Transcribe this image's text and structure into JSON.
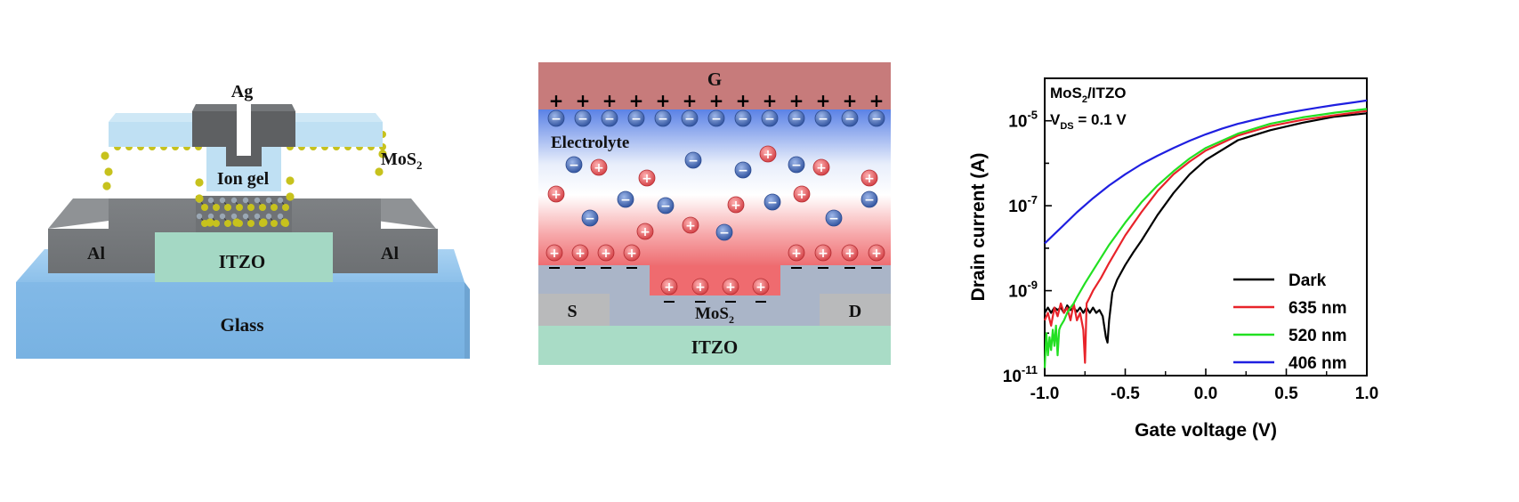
{
  "device": {
    "labels": {
      "ag": "Ag",
      "mos2": "MoS",
      "mos2_sub": "2",
      "ion_gel": "Ion gel",
      "al_left": "Al",
      "al_right": "Al",
      "itzo": "ITZO",
      "glass": "Glass"
    },
    "colors": {
      "glass": "#7fb7e6",
      "al": "#7c7f82",
      "itzo": "#a4d8c4",
      "ion_gel": "#bfe0f3",
      "ag": "#5e6062",
      "sulfur": "#c7c21d",
      "moly": "#9aa7b4"
    }
  },
  "schematic": {
    "labels": {
      "gate": "G",
      "electrolyte": "Electrolyte",
      "source": "S",
      "drain": "D",
      "mos2": "MoS",
      "mos2_sub": "2",
      "itzo": "ITZO"
    },
    "colors": {
      "gate": "#c77b7b",
      "anion": "#3e63b0",
      "cation": "#e2585b",
      "itzo": "#a9dcc6",
      "mos2": "#aab5c8",
      "contact": "#b9babb"
    },
    "symbols": {
      "plus": "+",
      "minus": "−"
    }
  },
  "chart_data": {
    "type": "line",
    "title": "",
    "annotation_main": "MoS",
    "annotation_sub": "2",
    "annotation_tail": "/ITZO",
    "annotation2_main": "V",
    "annotation2_sub": "DS",
    "annotation2_tail": " = 0.1 V",
    "xlabel": "Gate voltage (V)",
    "ylabel": "Drain current (A)",
    "xlim": [
      -1.0,
      1.0
    ],
    "ylim": [
      1e-11,
      0.0001
    ],
    "yscale": "log",
    "xticks": [
      -1.0,
      -0.5,
      0.0,
      0.5,
      1.0
    ],
    "xtick_labels": [
      "-1.0",
      "-0.5",
      "0.0",
      "0.5",
      "1.0"
    ],
    "yticks": [
      1e-11,
      1e-09,
      1e-07,
      1e-05
    ],
    "ytick_base": "10",
    "ytick_exponents": [
      "-11",
      "-9",
      "-7",
      "-5"
    ],
    "grid": false,
    "legend_position": "bottom-right",
    "series": [
      {
        "name": "Dark",
        "color": "#000000",
        "x": [
          -1.0,
          -0.98,
          -0.96,
          -0.94,
          -0.92,
          -0.9,
          -0.88,
          -0.86,
          -0.84,
          -0.82,
          -0.8,
          -0.78,
          -0.76,
          -0.74,
          -0.72,
          -0.7,
          -0.68,
          -0.66,
          -0.64,
          -0.62,
          -0.61,
          -0.6,
          -0.58,
          -0.55,
          -0.5,
          -0.45,
          -0.4,
          -0.3,
          -0.2,
          -0.1,
          0.0,
          0.2,
          0.4,
          0.6,
          0.8,
          1.0
        ],
        "y": [
          3e-10,
          4e-10,
          3e-10,
          4e-10,
          3.5e-10,
          4e-10,
          3e-10,
          4.5e-10,
          3.5e-10,
          4e-10,
          3.2e-10,
          4e-10,
          3e-10,
          4e-10,
          3e-10,
          4e-10,
          3e-10,
          3.5e-10,
          2.5e-10,
          8e-11,
          6e-11,
          2e-10,
          9e-10,
          1.8e-09,
          4e-09,
          8e-09,
          1.5e-08,
          6e-08,
          2e-07,
          5.5e-07,
          1.2e-06,
          3.5e-06,
          6e-06,
          9e-06,
          1.25e-05,
          1.5e-05
        ]
      },
      {
        "name": "635 nm",
        "color": "#e8232a",
        "x": [
          -1.0,
          -0.98,
          -0.96,
          -0.94,
          -0.92,
          -0.9,
          -0.88,
          -0.86,
          -0.84,
          -0.82,
          -0.8,
          -0.78,
          -0.76,
          -0.75,
          -0.74,
          -0.72,
          -0.7,
          -0.65,
          -0.6,
          -0.5,
          -0.4,
          -0.3,
          -0.2,
          -0.1,
          0.0,
          0.2,
          0.4,
          0.6,
          0.8,
          1.0
        ],
        "y": [
          2e-10,
          3e-10,
          1.5e-10,
          4e-10,
          2.5e-10,
          5e-10,
          3e-10,
          4e-10,
          2e-10,
          5e-10,
          2e-10,
          3e-10,
          1.2e-10,
          2e-11,
          5e-10,
          7e-10,
          1e-09,
          2e-09,
          4.5e-09,
          2e-08,
          7e-08,
          2.2e-07,
          5.5e-07,
          1.1e-06,
          2e-06,
          4.5e-06,
          7.5e-06,
          1.05e-05,
          1.35e-05,
          1.7e-05
        ]
      },
      {
        "name": "520 nm",
        "color": "#22e022",
        "x": [
          -1.0,
          -0.99,
          -0.98,
          -0.97,
          -0.96,
          -0.95,
          -0.94,
          -0.93,
          -0.92,
          -0.91,
          -0.9,
          -0.88,
          -0.86,
          -0.84,
          -0.82,
          -0.8,
          -0.75,
          -0.7,
          -0.6,
          -0.5,
          -0.4,
          -0.3,
          -0.2,
          -0.1,
          0.0,
          0.2,
          0.4,
          0.6,
          0.8,
          1.0
        ],
        "y": [
          1.5e-11,
          1e-10,
          3e-11,
          8e-11,
          4e-11,
          1.2e-10,
          5e-11,
          1.5e-10,
          3e-11,
          1.2e-10,
          1.5e-10,
          2e-10,
          3e-10,
          4e-10,
          5e-10,
          7e-10,
          1.5e-09,
          3e-09,
          1.2e-08,
          4e-08,
          1.2e-07,
          3e-07,
          6.5e-07,
          1.3e-06,
          2.3e-06,
          5e-06,
          8.5e-06,
          1.2e-05,
          1.55e-05,
          1.9e-05
        ]
      },
      {
        "name": "406 nm",
        "color": "#1f1fe0",
        "x": [
          -1.0,
          -0.9,
          -0.8,
          -0.7,
          -0.6,
          -0.5,
          -0.4,
          -0.3,
          -0.2,
          -0.1,
          0.0,
          0.1,
          0.2,
          0.3,
          0.4,
          0.5,
          0.6,
          0.7,
          0.8,
          0.9,
          1.0
        ],
        "y": [
          1.3e-08,
          3e-08,
          7e-08,
          1.5e-07,
          3e-07,
          5.5e-07,
          9.5e-07,
          1.5e-06,
          2.3e-06,
          3.4e-06,
          4.8e-06,
          6.5e-06,
          8.5e-06,
          1.05e-05,
          1.28e-05,
          1.52e-05,
          1.78e-05,
          2.05e-05,
          2.35e-05,
          2.65e-05,
          3e-05
        ]
      }
    ]
  }
}
